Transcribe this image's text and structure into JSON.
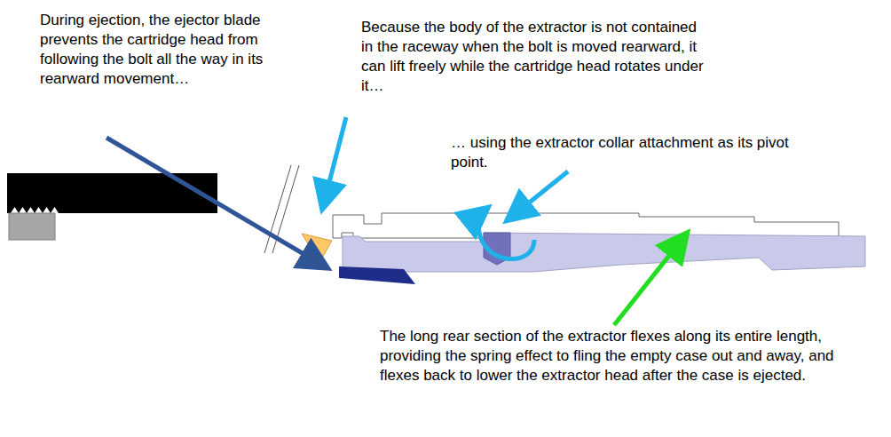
{
  "diagram": {
    "labels": [
      "During ejection, the ejector blade prevents the cartridge head from following the bolt all the way in its rearward movement…",
      "Because the body of the extractor is not contained in the raceway when the bolt is moved rearward, it can lift freely while the cartridge head rotates under it…",
      "… using the extractor collar attachment as its pivot point.",
      "The long rear section of the extractor flexes along its entire length, providing the spring effect to fling the empty case out and away, and flexes back to lower the extractor head after the case is ejected."
    ]
  }
}
